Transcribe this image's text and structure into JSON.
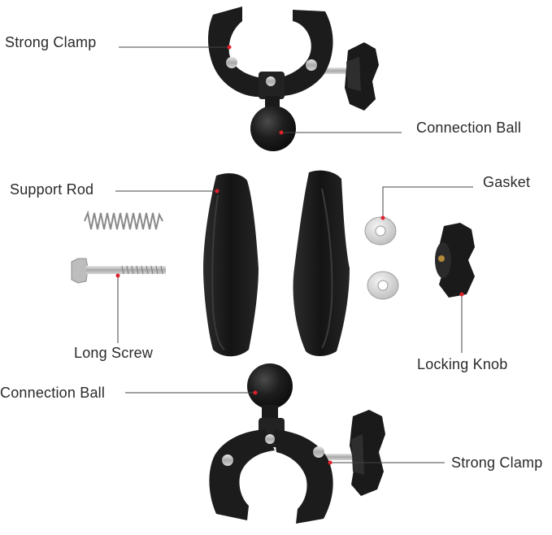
{
  "labels": {
    "strong_clamp_top": "Strong Clamp",
    "connection_ball_top": "Connection Ball",
    "support_rod": "Support Rod",
    "gasket": "Gasket",
    "long_screw": "Long Screw",
    "locking_knob": "Locking Knob",
    "connection_ball_bottom": "Connection Ball",
    "strong_clamp_bottom": "Strong Clamp"
  },
  "colors": {
    "part_black": "#1c1c1c",
    "pointer_dot": "#e0202a",
    "metal": "#c8c8c8",
    "label_text": "#2a2a2a"
  }
}
